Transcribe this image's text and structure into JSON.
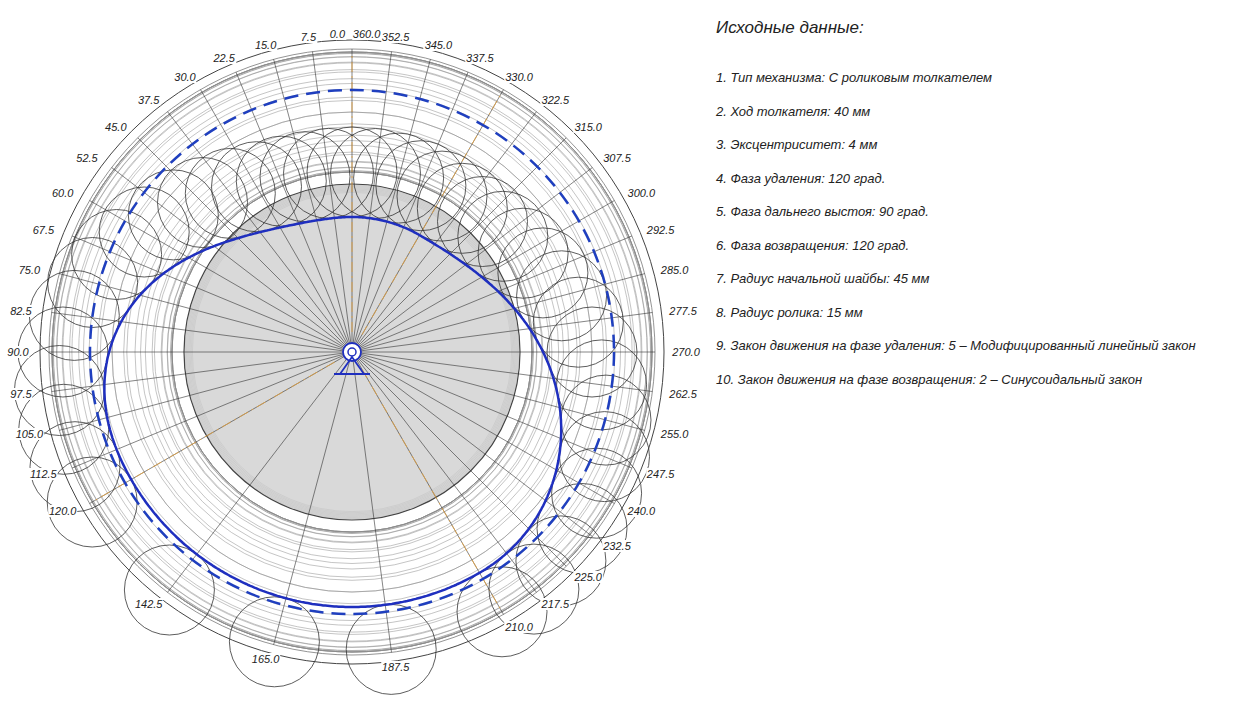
{
  "diagram": {
    "title": "Исходные данные:",
    "labels": [
      "0.0",
      "7.5",
      "15.0",
      "22.5",
      "30.0",
      "37.5",
      "45.0",
      "52.5",
      "60.0",
      "67.5",
      "75.0",
      "82.5",
      "90.0",
      "97.5",
      "105.0",
      "112.5",
      "120.0",
      "142.5",
      "165.0",
      "187.5",
      "210.0",
      "217.5",
      "225.0",
      "232.5",
      "240.0",
      "247.5",
      "255.0",
      "262.5",
      "270.0",
      "277.5",
      "285.0",
      "292.5",
      "300.0",
      "307.5",
      "315.0",
      "322.5",
      "330.0",
      "337.5",
      "345.0",
      "352.5",
      "360.0",
      "1. Тип механизма: С роликовым толкателем",
      "2. Ход толкателя: 40 мм",
      "3. Эксцентриситет: 4 мм",
      "4. Фаза удаления: 120 град.",
      "5. Фаза дальнего выстоя: 90 град.",
      "6. Фаза возвращения: 120 град.",
      "7. Радиус начальной шайбы: 45 мм",
      "8. Радиус ролика: 15 мм",
      "9. Закон движения на фазе удаления: 5 – Модифицированный линейный закон",
      "10. Закон движения на фазе возвращения: 2 – Синусоидальный закон"
    ]
  }
}
